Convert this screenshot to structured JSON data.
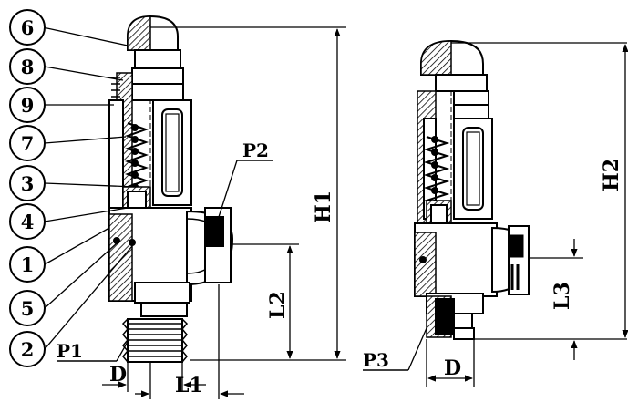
{
  "diagram": {
    "part_numbers": [
      "6",
      "8",
      "9",
      "7",
      "3",
      "4",
      "1",
      "5",
      "2"
    ],
    "ports": {
      "p1": "P1",
      "p2": "P2",
      "p3": "P3"
    },
    "dimensions": {
      "h1": "H1",
      "h2": "H2",
      "l1": "L1",
      "l2": "L2",
      "l3": "L3",
      "d_left": "D",
      "d_right": "D"
    },
    "colors": {
      "ink": "#000000",
      "paper": "#ffffff",
      "hatch": "#000000"
    }
  }
}
